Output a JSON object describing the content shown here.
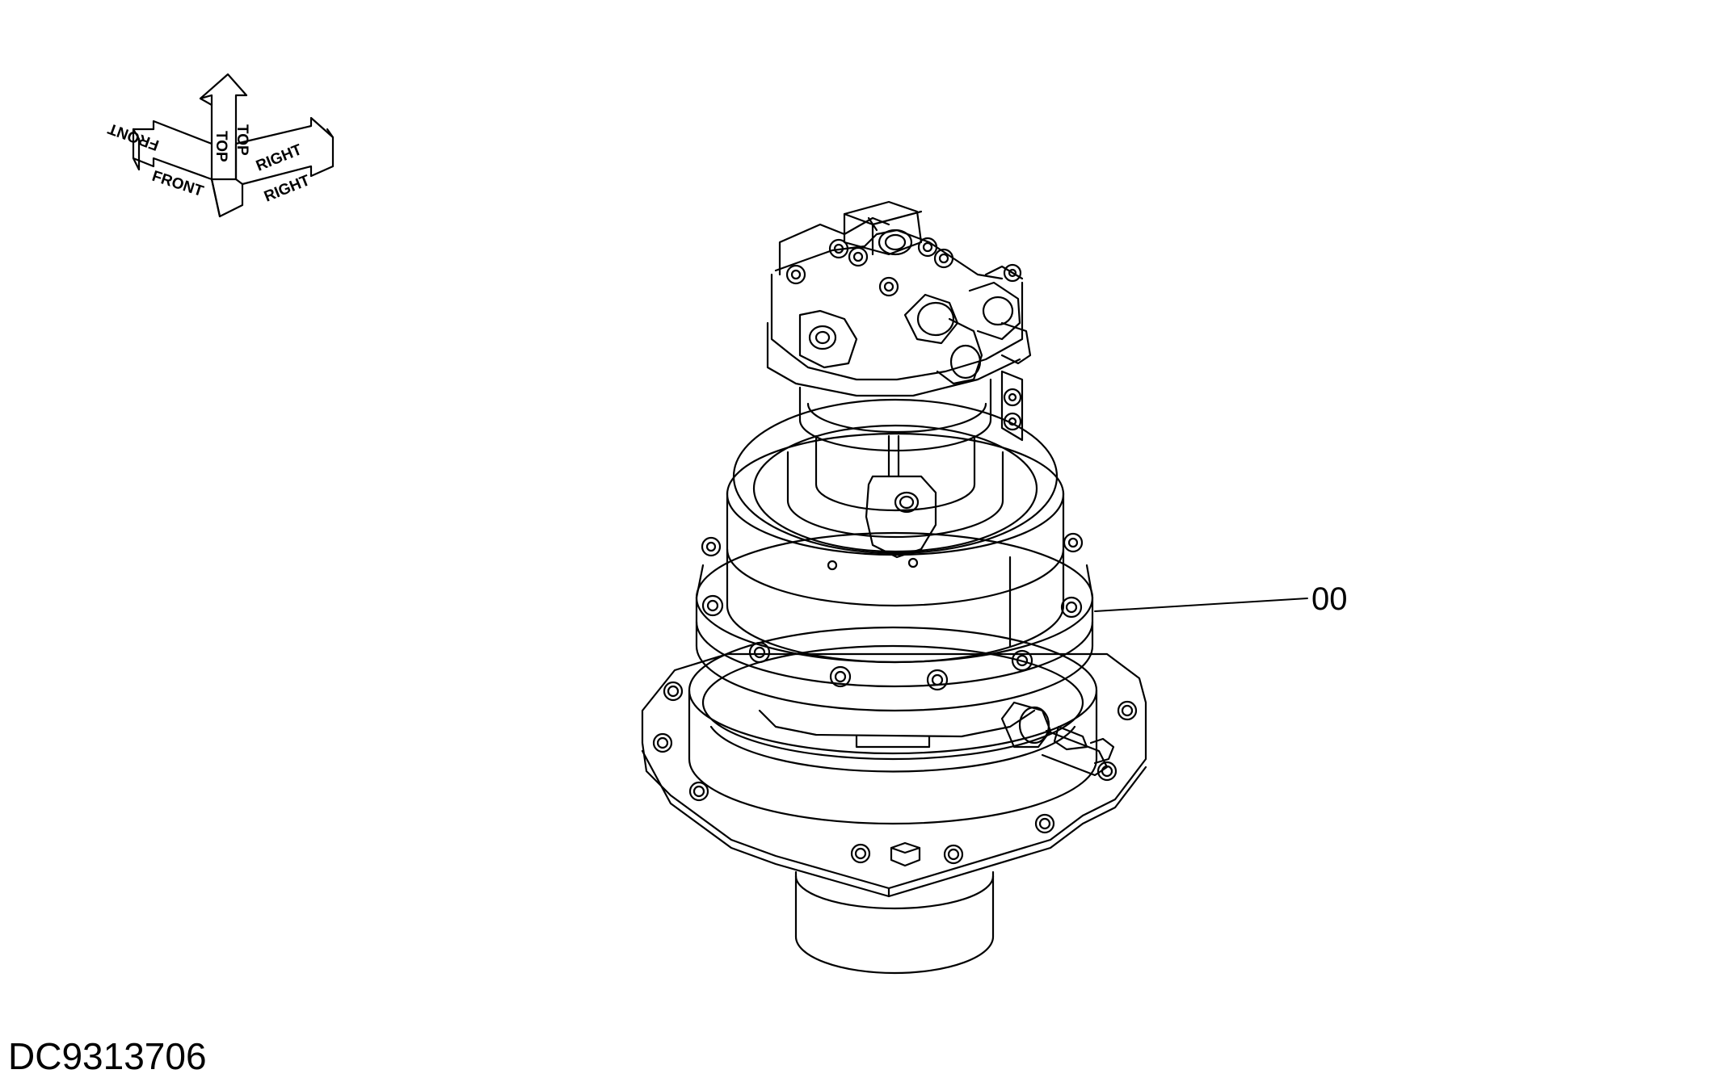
{
  "orientation_indicator": {
    "front_label": "FRONT",
    "top_label": "TOP",
    "right_label": "RIGHT"
  },
  "callouts": [
    {
      "label": "00"
    }
  ],
  "drawing_code": "DC9313706",
  "icons": [
    "orientation-arrows-icon"
  ],
  "colors": {
    "line": "#000000",
    "background": "#ffffff"
  }
}
